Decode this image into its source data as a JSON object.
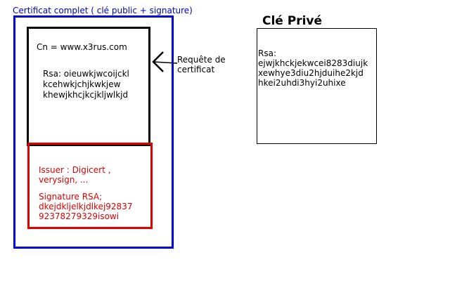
{
  "colors": {
    "certificate_frame": "#0000dd",
    "signature_frame": "#e00000",
    "title_text": "#0000cc",
    "signature_text": "#e00000"
  },
  "certificate": {
    "title": "Certificat complet ( clé public + signature)",
    "cn": "Cn = www.x3rus.com",
    "public_key_lines": [
      "Rsa: oieuwkjwcoijckl",
      "kcehwkjchjkwkjew",
      "khewjkhcjkcjkljwlkjd"
    ],
    "issuer_lines": [
      "Issuer : Digicert ,",
      "verysign, ..."
    ],
    "signature_lines": [
      "Signature RSA;",
      "dkejdkljelkjdlkej92837",
      "92378279329isowi"
    ]
  },
  "request": {
    "arrow_icon": "arrow-left-icon",
    "label_lines": [
      "Requête de",
      "certificat"
    ]
  },
  "private_key": {
    "title": "Clé Privé",
    "lines": [
      "Rsa:",
      "ejwjkhckjekwcei8283diujk",
      "xewhye3diu2hjduihe2kjd",
      "hkei2uhdi3hyi2uhixe"
    ]
  }
}
